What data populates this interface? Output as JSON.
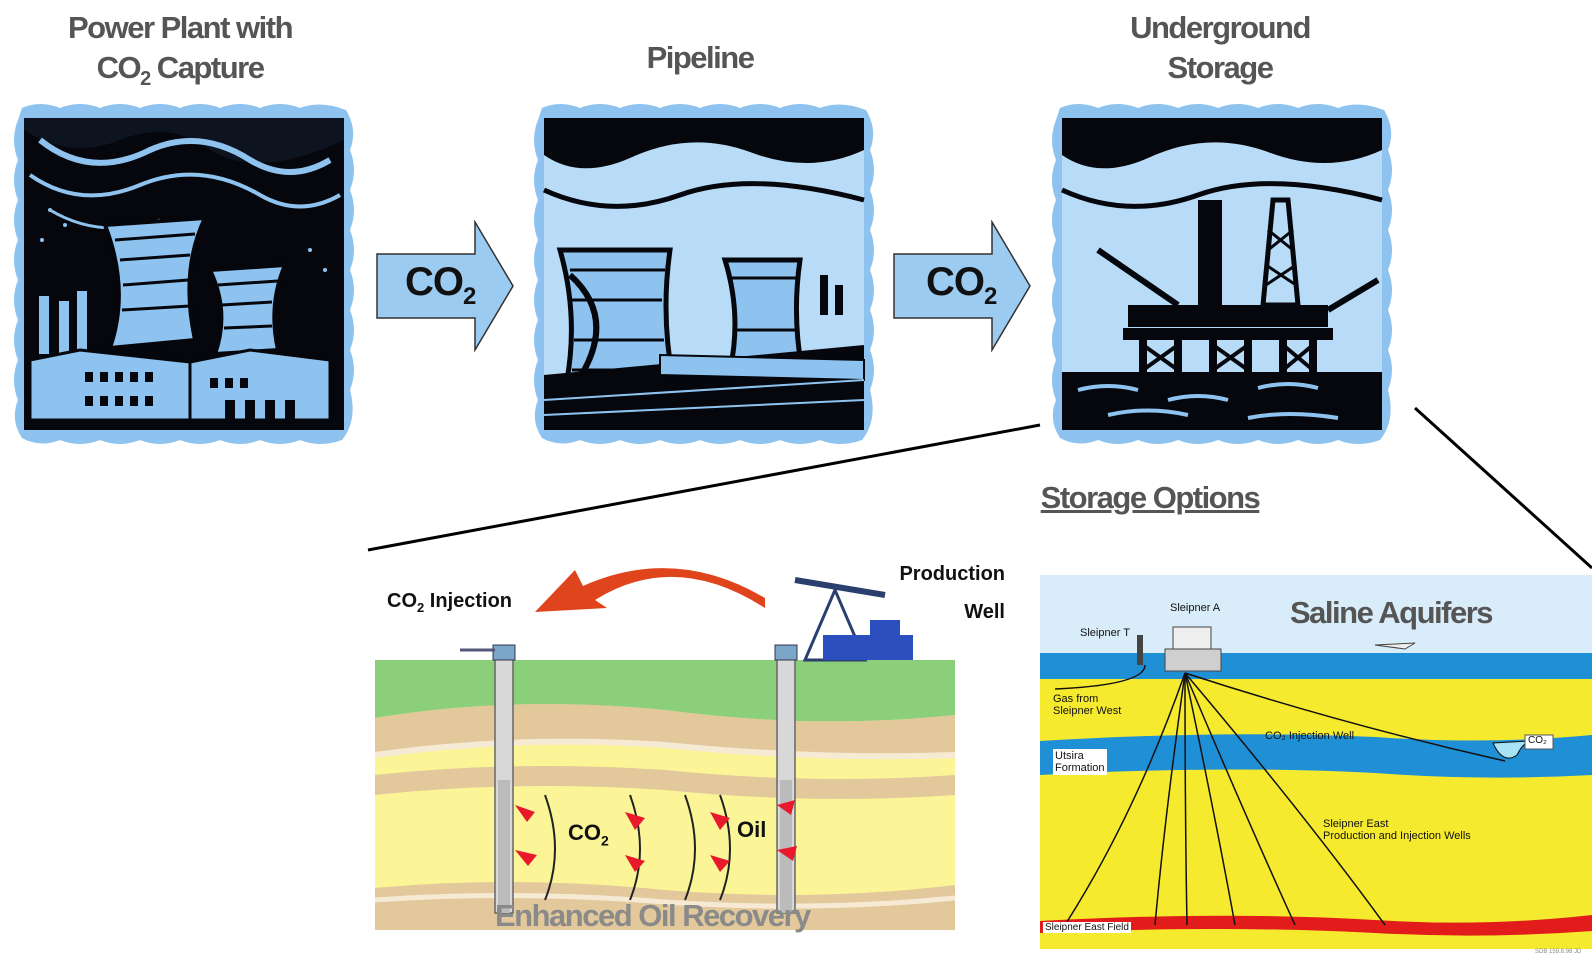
{
  "headings": {
    "power_plant_line1": "Power Plant with",
    "power_plant_line2_pre": "CO",
    "power_plant_line2_sub": "2",
    "power_plant_line2_post": " Capture",
    "pipeline": "Pipeline",
    "storage_line1": "Underground",
    "storage_line2": "Storage"
  },
  "arrows": [
    {
      "label": "CO",
      "sub": "2"
    },
    {
      "label": "CO",
      "sub": "2"
    }
  ],
  "storage_options": "Storage Options",
  "eor": {
    "injection_label": "CO",
    "injection_sub": "2",
    "injection_post": " Injection",
    "production_line1": "Production",
    "production_line2": "Well",
    "co2": "CO",
    "co2_sub": "2",
    "oil": "Oil",
    "caption": "Enhanced Oil Recovery"
  },
  "aquifer": {
    "title": "Saline Aquifers",
    "sleipner_a": "Sleipner A",
    "sleipner_t": "Sleipner T",
    "gas_from_1": "Gas from",
    "gas_from_2": "Sleipner West",
    "injection_well": "CO₂ Injection Well",
    "co2_tag": "CO₂",
    "utsira_1": "Utsira",
    "utsira_2": "Formation",
    "east_1": "Sleipner East",
    "east_2": "Production and Injection Wells",
    "east_field": "Sleipner East Field",
    "ref": "SDB 159.8.98 JD"
  },
  "colors": {
    "frame_blue": "#8ec3f0",
    "arrow_blue": "#9ccbf2",
    "sky_blue": "#b8dcf7",
    "heading_gray": "#555555",
    "eor_green": "#8ccf7a",
    "eor_yellow": "#fbf598",
    "sea_blue": "#1f8fd6",
    "aquifer_yellow": "#f5ea2e",
    "field_red": "#e21b1b"
  }
}
